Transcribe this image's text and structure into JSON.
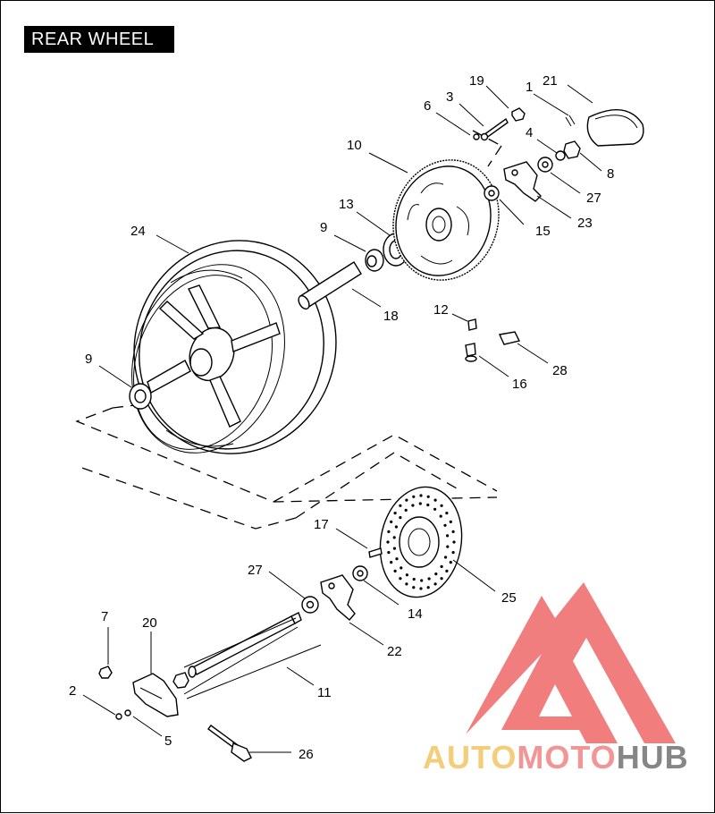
{
  "title": "REAR WHEEL",
  "callouts": {
    "c1": "1",
    "c2": "2",
    "c3": "3",
    "c4": "4",
    "c5": "5",
    "c6": "6",
    "c7": "7",
    "c8": "8",
    "c9a": "9",
    "c9b": "9",
    "c10": "10",
    "c11": "11",
    "c12": "12",
    "c13": "13",
    "c14": "14",
    "c15": "15",
    "c16": "16",
    "c17": "17",
    "c18": "18",
    "c19": "19",
    "c20": "20",
    "c21": "21",
    "c22": "22",
    "c23": "23",
    "c24": "24",
    "c25": "25",
    "c26": "26",
    "c27a": "27",
    "c27b": "27",
    "c28": "28"
  },
  "watermark": {
    "brand_part1": "AUTO",
    "brand_part2": "MOTO",
    "brand_part3": "HUB",
    "color_auto": "#f2c86b",
    "color_moto": "#f08a8a",
    "color_hub": "#7a7a7a",
    "logo_color": "#f07070"
  }
}
